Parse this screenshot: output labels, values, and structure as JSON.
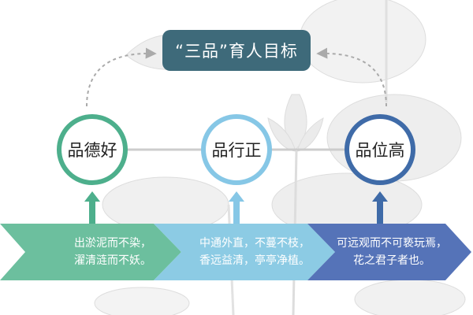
{
  "title": "“三品”育人目标",
  "nodes": [
    {
      "label": "品德好",
      "color": "#4daf8c"
    },
    {
      "label": "品行正",
      "color": "#86c7e6"
    },
    {
      "label": "品位高",
      "color": "#3f6ba8"
    }
  ],
  "bands": [
    {
      "line1": "出淤泥而不染，",
      "line2": "濯清涟而不妖。",
      "color": "#6cbf9e"
    },
    {
      "line1": "中通外直，不蔓不枝，",
      "line2": "香远益清，亭亭净植。",
      "color": "#8ccbe4"
    },
    {
      "line1": "可远观而不可亵玩焉，",
      "line2": "花之君子者也。",
      "color": "#5573b8"
    }
  ],
  "colors": {
    "title_bg": "#3e6a7a",
    "connector": "#cccccc"
  }
}
